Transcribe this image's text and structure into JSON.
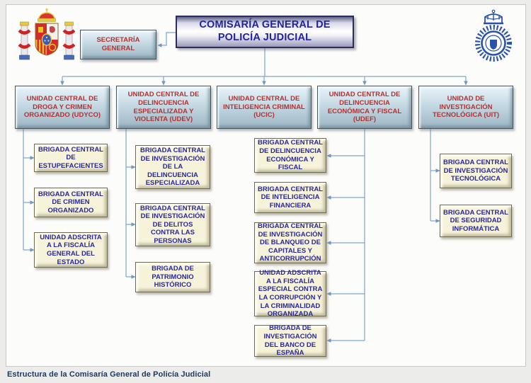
{
  "page": {
    "caption": "Estructura de la Comisaría General de Policía Judicial"
  },
  "header": {
    "title": "COMISARÍA GENERAL DE POLICÍA JUDICIAL",
    "secretaria": "SECRETARÍA GENERAL"
  },
  "icons": {
    "left": "spain-coat-of-arms",
    "right": "national-police-badge"
  },
  "units": [
    {
      "label": "UNIDAD CENTRAL DE DROGA Y CRIMEN ORGANIZADO (UDYCO)",
      "children": [
        "BRIGADA CENTRAL DE ESTUPEFACIENTES",
        "BRIGADA CENTRAL DE CRIMEN ORGANIZADO",
        "UNIDAD ADSCRITA A LA FISCALÍA GENERAL DEL ESTADO"
      ]
    },
    {
      "label": "UNIDAD CENTRAL DE DELINCUENCIA ESPECIALIZADA Y VIOLENTA (UDEV)",
      "children": [
        "BRIGADA CENTRAL DE INVESTIGACIÓN DE LA DELINCUENCIA ESPECIALIZADA",
        "BRIGADA CENTRAL DE INVESTIGACIÓN DE DELITOS CONTRA LAS PERSONAS",
        "BRIGADA DE PATRIMONIO HISTÓRICO"
      ]
    },
    {
      "label": "UNIDAD CENTRAL DE INTELIGENCIA CRIMINAL (UCIC)",
      "children": []
    },
    {
      "label": "UNIDAD CENTRAL DE DELINCUENCIA ECONÓMICA Y FISCAL (UDEF)",
      "children": [
        "BRIGADA CENTRAL DE DELINCUENCIA ECONÓMICA Y FISCAL",
        "BRIGADA CENTRAL DE INTELIGENCIA FINANCIERA",
        "BRIGADA CENTRAL DE INVESTIGACIÓN DE BLANQUEO DE CAPITALES Y ANTICORRUPCIÓN",
        "UNIDAD ADSCRITA A LA FISCALÍA ESPECIAL CONTRA LA CORRUPCIÓN Y LA CRIMINALIDAD ORGANIZADA",
        "BRIGADA DE INVESTIGACIÓN DEL BANCO DE ESPAÑA"
      ]
    },
    {
      "label": "UNIDAD DE INVESTIGACIÓN TECNOLÓGICA (UIT)",
      "children": [
        "BRIGADA CENTRAL DE INVESTIGACIÓN TECNOLÓGICA",
        "BRIGADA CENTRAL DE SEGURIDAD INFORMÁTICA"
      ]
    }
  ],
  "colors": {
    "title_text": "#23239c",
    "unit_text": "#b23232",
    "brigade_text": "#28289c",
    "connector": "#7fa5cd",
    "unit_box_fill": "#c9dce6",
    "brigade_box_fill": "#f7f3da",
    "caption_text": "#1c3a63"
  }
}
